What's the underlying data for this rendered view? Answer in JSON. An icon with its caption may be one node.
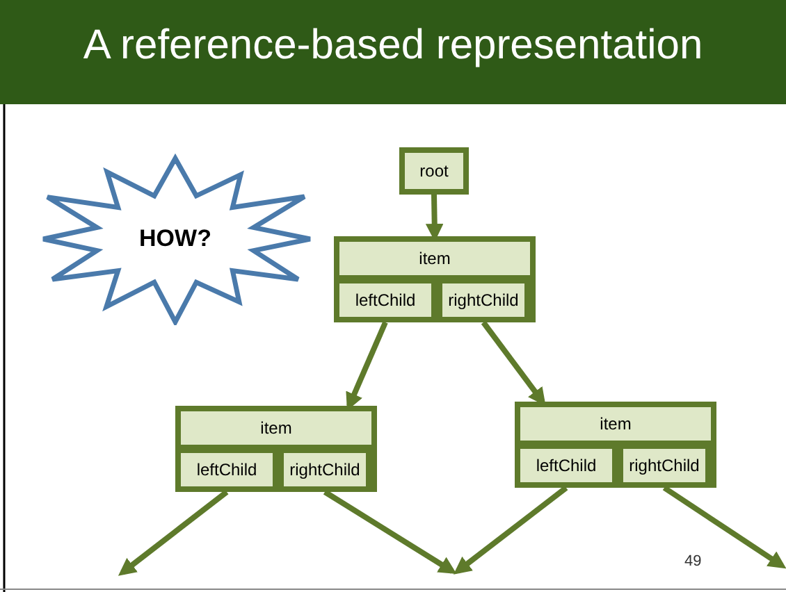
{
  "diagram": {
    "title": "A reference-based representation",
    "nodes": [
      {
        "text": [
          "HOW?"
        ]
      },
      {
        "text": [
          "root"
        ]
      },
      {
        "text": [
          "item"
        ]
      },
      {
        "text": [
          "leftChild"
        ],
        "in": 2
      },
      {
        "text": [
          "rightChild"
        ],
        "in": 2
      },
      {
        "text": [
          "item"
        ]
      },
      {
        "text": [
          "leftChild"
        ],
        "in": 5
      },
      {
        "text": [
          "rightChild"
        ],
        "in": 5
      },
      {
        "text": [
          "item"
        ]
      },
      {
        "text": [
          "leftChild"
        ],
        "in": 8
      },
      {
        "text": [
          "rightChild"
        ],
        "in": 8
      }
    ],
    "edges": [
      {
        "from": 1,
        "to": 2,
        "arrow": "to"
      },
      {
        "from": 3,
        "to": 5,
        "arrow": "to"
      },
      {
        "from": 4,
        "to": 8,
        "arrow": "to"
      },
      {
        "from": 6,
        "to": null,
        "arrow": "to"
      },
      {
        "from": 7,
        "to": null,
        "arrow": "to"
      },
      {
        "from": 9,
        "to": null,
        "arrow": "to"
      },
      {
        "from": 10,
        "to": null,
        "arrow": "to"
      }
    ],
    "labels": [
      "49"
    ]
  }
}
